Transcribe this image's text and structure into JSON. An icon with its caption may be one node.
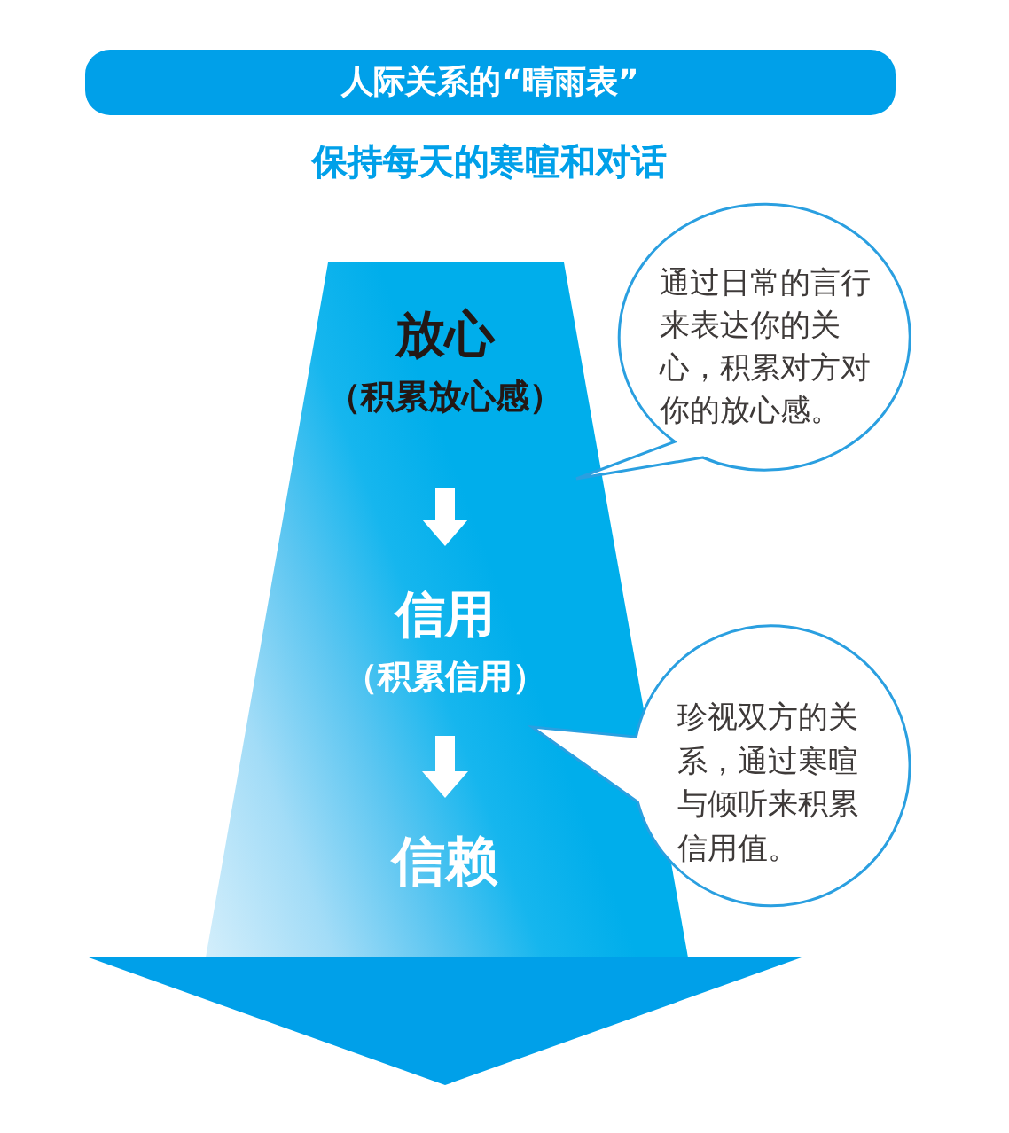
{
  "diagram": {
    "title": "人际关系的“晴雨表”",
    "nodes": [
      {
        "text": [],
        "shape": "arrow"
      },
      {
        "text": [
          "放心",
          "（积累放心感）"
        ],
        "in": 0
      },
      {
        "text": [
          "信用",
          "（积累信用）"
        ],
        "in": 0
      },
      {
        "text": [
          "信赖"
        ],
        "in": 0
      },
      {
        "text": [
          "通过日常的言行来表达你的关心，积累对方对你的放心感。"
        ]
      },
      {
        "text": [
          "珍视双方的关系，通过寒暄与倾听来积累信用值。"
        ]
      }
    ],
    "edges": [
      {
        "from": 1,
        "to": 2,
        "arrow": "to"
      },
      {
        "from": 2,
        "to": 3,
        "arrow": "to"
      }
    ],
    "labels": [
      "保持每天的寒暄和对话"
    ]
  }
}
